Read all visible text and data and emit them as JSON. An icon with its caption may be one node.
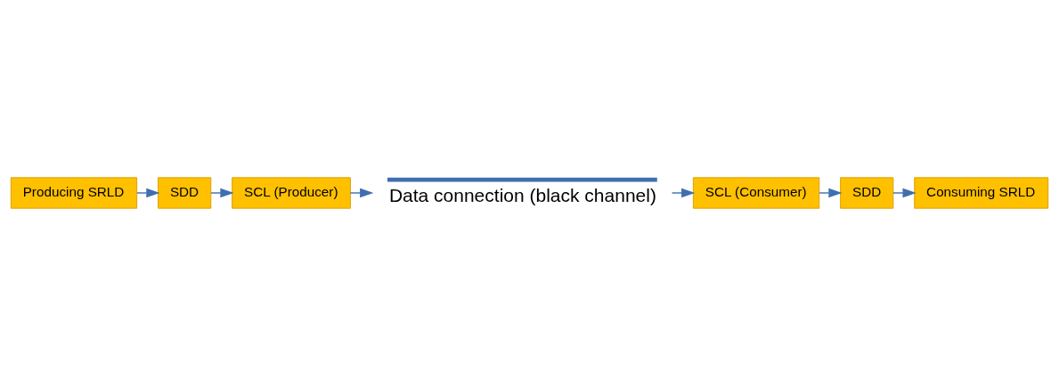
{
  "diagram": {
    "nodes": [
      {
        "text": [
          "Producing SRLD"
        ]
      },
      {
        "text": [
          "SDD"
        ]
      },
      {
        "text": [
          "SCL (Producer)"
        ]
      },
      {
        "text": [
          "Data connection (black channel)"
        ]
      },
      {
        "text": [
          "SCL (Consumer)"
        ]
      },
      {
        "text": [
          "SDD"
        ]
      },
      {
        "text": [
          "Consuming SRLD"
        ]
      }
    ],
    "edges": [
      {
        "from": 0,
        "to": 1,
        "arrow": "to"
      },
      {
        "from": 1,
        "to": 2,
        "arrow": "to"
      },
      {
        "from": 2,
        "to": 3,
        "arrow": "to"
      },
      {
        "from": 3,
        "to": 4,
        "arrow": "to"
      },
      {
        "from": 4,
        "to": 5,
        "arrow": "to"
      },
      {
        "from": 5,
        "to": 6,
        "arrow": "to"
      }
    ]
  }
}
